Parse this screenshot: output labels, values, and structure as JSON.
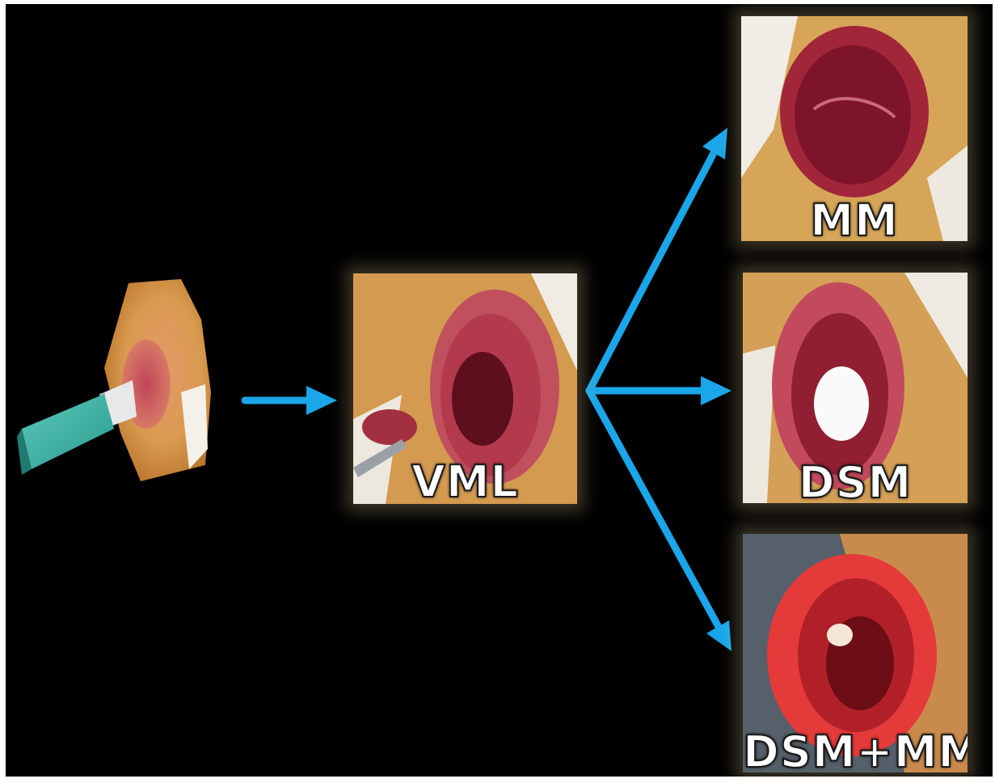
{
  "labels": {
    "vml": "VML",
    "mm": "MM",
    "dsm": "DSM",
    "dsm_mm": "DSM+MM"
  },
  "colors": {
    "background": "#000000",
    "arrow": "#1aa6e8",
    "fur": "#d9a05a",
    "wound": "#8e1f2e",
    "label_text": "#ffffff"
  },
  "icons": [
    "biopsy-punch-icon",
    "arrow-icon"
  ]
}
